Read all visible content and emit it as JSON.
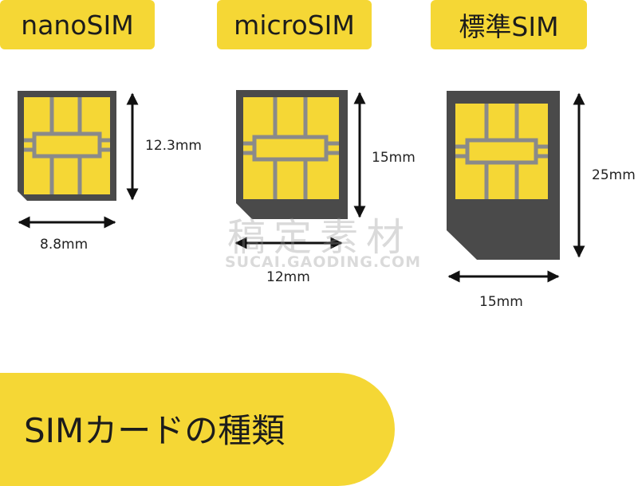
{
  "labels": {
    "nano": "nanoSIM",
    "micro": "microSIM",
    "standard": "標準SIM"
  },
  "dimensions": {
    "nano_height": "12.3mm",
    "nano_width": "8.8mm",
    "micro_height": "15mm",
    "micro_width": "12mm",
    "standard_height": "25mm",
    "standard_width": "15mm"
  },
  "footer": {
    "title": "SIMカードの種類"
  },
  "watermark": {
    "main": "稿定素材",
    "sub": "SUCAI.GAODING.COM"
  },
  "colors": {
    "accent": "#f5d735",
    "card": "#4a4a4a",
    "chip": "#f5d735",
    "chip_lines": "#8a8a8a",
    "arrow": "#111111"
  }
}
